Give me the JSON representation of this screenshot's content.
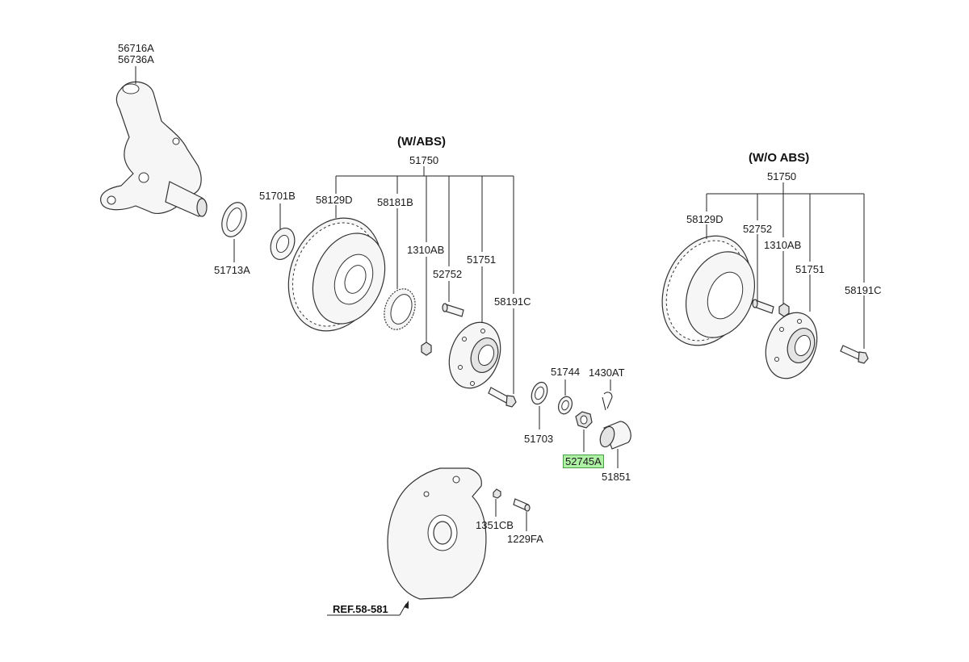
{
  "headers": {
    "with_abs": "(W/ABS)",
    "without_abs": "(W/O ABS)"
  },
  "labels": {
    "knuckle_1": "56716A",
    "knuckle_2": "56736A",
    "seal_51713A": "51713A",
    "bearing_51701B": "51701B",
    "assy_51750_left": "51750",
    "disc_58129D_left": "58129D",
    "ring_58181B": "58181B",
    "nut_1310AB_left": "1310AB",
    "bolt_52752_left": "52752",
    "hub_51751_left": "51751",
    "bolt_58191C_left": "58191C",
    "washer_51744": "51744",
    "pin_1430AT": "1430AT",
    "bearing_51703": "51703",
    "nut_52745A": "52745A",
    "cap_51851": "51851",
    "nut_1351CB": "1351CB",
    "bolt_1229FA": "1229FA",
    "ref": "REF.58-581",
    "assy_51750_right": "51750",
    "disc_58129D_right": "58129D",
    "bolt_52752_right": "52752",
    "nut_1310AB_right": "1310AB",
    "hub_51751_right": "51751",
    "bolt_58191C_right": "58191C"
  },
  "highlight_color": "#aef0a4"
}
